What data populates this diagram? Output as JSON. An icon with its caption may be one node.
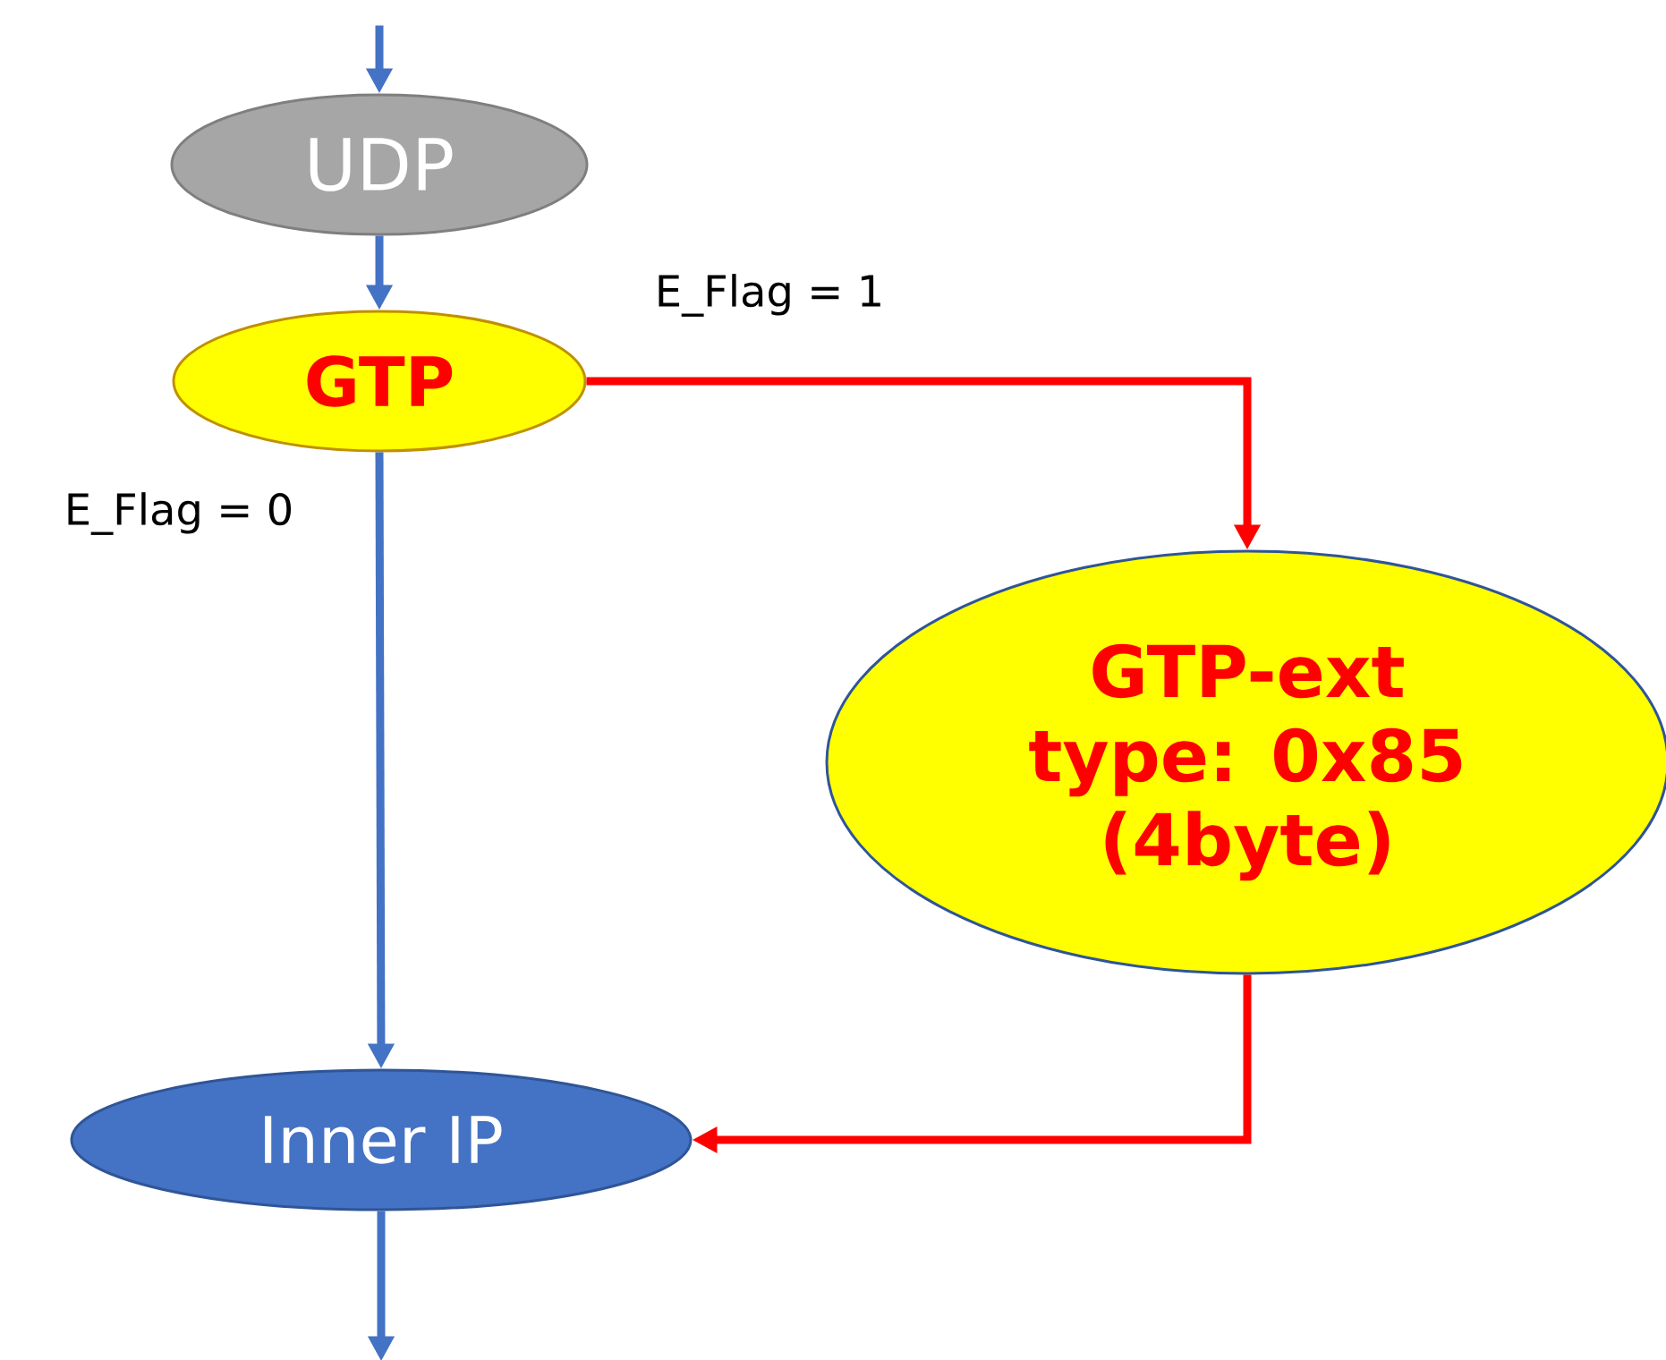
{
  "diagram": {
    "nodes": [
      {
        "text": [
          "UDP"
        ]
      },
      {
        "text": [
          "GTP"
        ]
      },
      {
        "text": [
          "GTP-ext",
          "type: 0x85",
          "(4byte)"
        ]
      },
      {
        "text": [
          "Inner IP"
        ]
      }
    ],
    "edges": [
      {
        "from": null,
        "to": 0,
        "arrow": "to"
      },
      {
        "from": 0,
        "to": 1,
        "arrow": "to"
      },
      {
        "from": 1,
        "to": 3,
        "arrow": "to",
        "label": "E_Flag = 0"
      },
      {
        "from": 1,
        "to": 2,
        "arrow": "to",
        "label": "E_Flag = 1",
        "color": "#ff0000"
      },
      {
        "from": 2,
        "to": 3,
        "arrow": "to",
        "color": "#ff0000"
      },
      {
        "from": 3,
        "to": null,
        "arrow": "to"
      }
    ]
  }
}
